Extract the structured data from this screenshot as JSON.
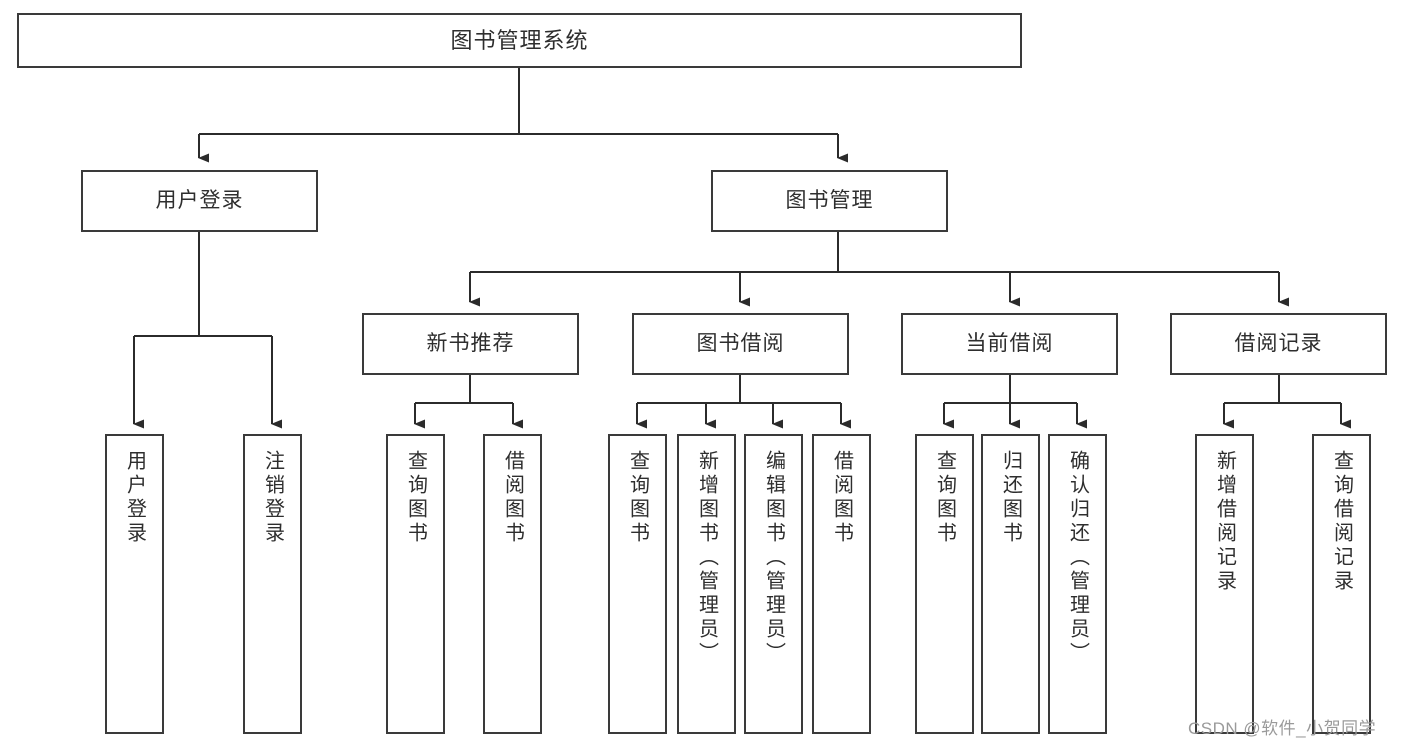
{
  "diagram": {
    "type": "tree-hierarchy-chart",
    "title": "图书管理系统",
    "watermark": "CSDN @软件_小贺同学",
    "colors": {
      "box_border": "#3a3a3a",
      "box_fill": "#ffffff",
      "connector": "#2b2b2b",
      "text": "#2e2e2e",
      "watermark": "#9a9a9a",
      "background": "#ffffff"
    },
    "levels": {
      "level1": [
        {
          "id": "root",
          "label": "图书管理系统",
          "orientation": "horizontal"
        }
      ],
      "level2": [
        {
          "id": "user-login",
          "label": "用户登录",
          "orientation": "horizontal",
          "parent": "root"
        },
        {
          "id": "book-management",
          "label": "图书管理",
          "orientation": "horizontal",
          "parent": "root"
        }
      ],
      "level3": [
        {
          "id": "new-book-recommend",
          "label": "新书推荐",
          "orientation": "horizontal",
          "parent": "book-management"
        },
        {
          "id": "book-borrow",
          "label": "图书借阅",
          "orientation": "horizontal",
          "parent": "book-management"
        },
        {
          "id": "current-borrow",
          "label": "当前借阅",
          "orientation": "horizontal",
          "parent": "book-management"
        },
        {
          "id": "borrow-record",
          "label": "借阅记录",
          "orientation": "horizontal",
          "parent": "book-management"
        }
      ],
      "leaves": [
        {
          "id": "leaf-user-login",
          "label": "用户登录",
          "orientation": "vertical",
          "parent": "user-login"
        },
        {
          "id": "leaf-user-logout",
          "label": "注销登录",
          "orientation": "vertical",
          "parent": "user-login"
        },
        {
          "id": "leaf-query-book-1",
          "label": "查询图书",
          "orientation": "vertical",
          "parent": "new-book-recommend"
        },
        {
          "id": "leaf-borrow-book-1",
          "label": "借阅图书",
          "orientation": "vertical",
          "parent": "new-book-recommend"
        },
        {
          "id": "leaf-query-book-2",
          "label": "查询图书",
          "orientation": "vertical",
          "parent": "book-borrow"
        },
        {
          "id": "leaf-add-book",
          "label": "新增图书（管理员）",
          "orientation": "vertical",
          "parent": "book-borrow"
        },
        {
          "id": "leaf-edit-book",
          "label": "编辑图书（管理员）",
          "orientation": "vertical",
          "parent": "book-borrow"
        },
        {
          "id": "leaf-borrow-book-2",
          "label": "借阅图书",
          "orientation": "vertical",
          "parent": "book-borrow"
        },
        {
          "id": "leaf-query-book-3",
          "label": "查询图书",
          "orientation": "vertical",
          "parent": "current-borrow"
        },
        {
          "id": "leaf-return-book",
          "label": "归还图书",
          "orientation": "vertical",
          "parent": "current-borrow"
        },
        {
          "id": "leaf-confirm-return",
          "label": "确认归还（管理员）",
          "orientation": "vertical",
          "parent": "current-borrow"
        },
        {
          "id": "leaf-add-record",
          "label": "新增借阅记录",
          "orientation": "vertical",
          "parent": "borrow-record"
        },
        {
          "id": "leaf-query-record",
          "label": "查询借阅记录",
          "orientation": "vertical",
          "parent": "borrow-record"
        }
      ]
    }
  }
}
